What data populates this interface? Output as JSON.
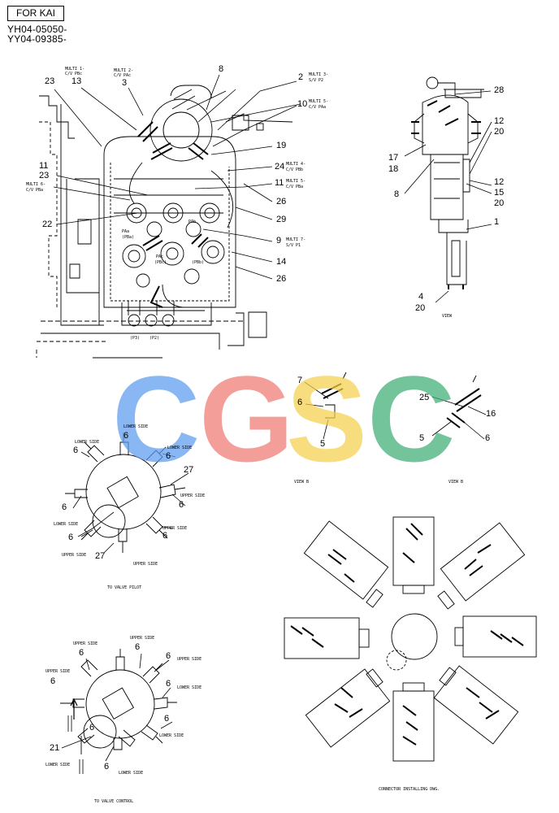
{
  "header": {
    "box_label": "FOR KAI",
    "serial_1": "YH04-05050-",
    "serial_2": "YY04-09385-"
  },
  "main_view": {
    "callouts": {
      "c23a": "23",
      "c13": "13",
      "c3": "3",
      "c8": "8",
      "c2": "2",
      "c10": "10",
      "c19": "19",
      "c24": "24",
      "c11a": "11",
      "c11b": "11",
      "c23b": "23",
      "c26a": "26",
      "c22": "22",
      "c29": "29",
      "c9": "9",
      "c14": "14",
      "c26b": "26"
    },
    "notes": {
      "multi1": "MULTI 1-",
      "multi1_sub": "C/V PBc",
      "multi2": "MULTI 2-",
      "multi2_sub": "C/V PAc",
      "multi3": "MULTI 3-",
      "multi3_sub": "S/V P2",
      "multi5": "MULTI 5-",
      "multi5_sub": "C/V PAa",
      "multi4": "MULTI 4-",
      "multi4_sub": "C/V PBb",
      "multi6": "MULTI 6-",
      "multi6_sub": "C/V PBa",
      "multi5b": "MULTI 5-",
      "multi5b_sub": "C/V PBa",
      "multi7": "MULTI 7-",
      "multi7_sub": "S/V P1",
      "paa": "PAa",
      "pba": "(PBa)",
      "pac": "PAc",
      "pbc": "(PBc)",
      "pbb": "(PBb)",
      "pab": "PAb",
      "p3": "(P3)",
      "p2": "(P2)"
    }
  },
  "side_view": {
    "callouts": {
      "c28": "28",
      "c12a": "12",
      "c20a": "20",
      "c17": "17",
      "c18": "18",
      "c8": "8",
      "c12b": "12",
      "c15": "15",
      "c20b": "20",
      "c1": "1",
      "c4": "4",
      "c20c": "20"
    },
    "caption": "VIEW"
  },
  "watermark": {
    "letters": [
      "C",
      "G",
      "S",
      "C"
    ],
    "colors": [
      "#5b9cf0",
      "#f07a72",
      "#f6d04d",
      "#3fae76"
    ]
  },
  "view_b1": {
    "callouts": {
      "c7": "7",
      "c6": "6",
      "c5": "5"
    },
    "caption": "VIEW B"
  },
  "view_b2": {
    "callouts": {
      "c25": "25",
      "c16": "16",
      "c5": "5",
      "c6": "6"
    },
    "caption": "VIEW B"
  },
  "pilot": {
    "callouts": {
      "a": "6",
      "b": "6",
      "c": "6",
      "d": "27",
      "e": "6",
      "f": "6",
      "g": "6",
      "h": "27",
      "i": "6"
    },
    "notes": {
      "n1": "LOWER SIDE",
      "n2": "LOWER SIDE",
      "n3": "LOWER SIDE",
      "n4": "UPPER SIDE",
      "n5": "LOWER SIDE",
      "n6": "UPPER SIDE",
      "n7": "UPPER SIDE",
      "n8": "UPPER SIDE"
    },
    "caption": "TO VALVE PILOT"
  },
  "control": {
    "callouts": {
      "a": "6",
      "b": "6",
      "c": "6",
      "d": "6",
      "e": "6",
      "f": "6",
      "g": "21",
      "h": "6",
      "i": "6"
    },
    "notes": {
      "n1": "UPPER SIDE",
      "n2": "UPPER SIDE",
      "n3": "UPPER SIDE",
      "n4": "UPPER SIDE",
      "n5": "LOWER SIDE",
      "n6": "LOWER SIDE",
      "n7": "LOWER SIDE",
      "n8": "LOWER SIDE"
    },
    "caption": "TO VALVE CONTROL"
  },
  "connector": {
    "caption": "CONNECTOR INSTALLING DWG."
  }
}
